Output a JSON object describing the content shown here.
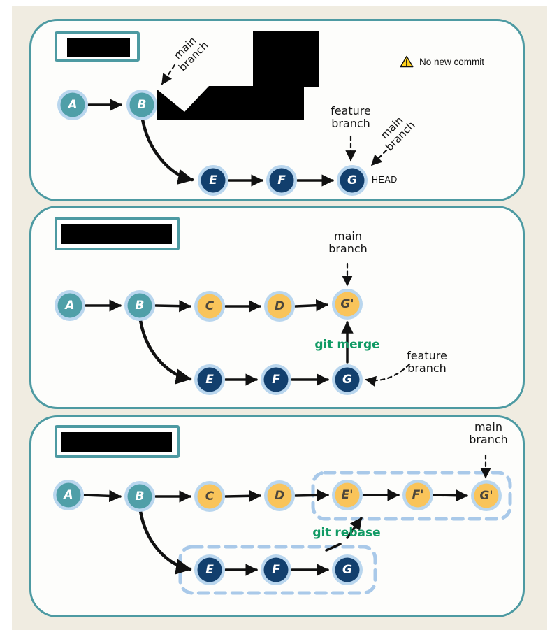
{
  "theme": {
    "page_bg": "#f0ece1",
    "panel_bg": "#fdfdfb",
    "panel_border": "#4d9aa2",
    "node_ring": "#b9d6ee",
    "node_teal": "#4f9fa8",
    "node_navy": "#123f6d",
    "node_yellow": "#f9c45a",
    "green": "#109a64",
    "dashed_box": "#a9c9e9",
    "warning_yellow": "#ffd21e"
  },
  "icons": {
    "warning": "warning-triangle"
  },
  "panels": [
    {
      "id": "before",
      "redacted_title": true,
      "warning_text": "No new commit",
      "labels": {
        "main_branch_top": "main\nbranch",
        "feature_branch": "feature\nbranch",
        "main_branch_right": "main\nbranch",
        "head": "HEAD"
      },
      "nodes": [
        {
          "label": "A",
          "color": "teal"
        },
        {
          "label": "B",
          "color": "teal"
        },
        {
          "label": "E",
          "color": "navy"
        },
        {
          "label": "F",
          "color": "navy"
        },
        {
          "label": "G",
          "color": "navy"
        }
      ]
    },
    {
      "id": "git-merge",
      "redacted_title": true,
      "labels": {
        "main_branch": "main\nbranch",
        "command": "git merge",
        "feature_branch": "feature\nbranch"
      },
      "nodes": [
        {
          "label": "A",
          "color": "teal"
        },
        {
          "label": "B",
          "color": "teal"
        },
        {
          "label": "C",
          "color": "yellow"
        },
        {
          "label": "D",
          "color": "yellow"
        },
        {
          "label": "G'",
          "color": "yellow"
        },
        {
          "label": "E",
          "color": "navy"
        },
        {
          "label": "F",
          "color": "navy"
        },
        {
          "label": "G",
          "color": "navy"
        }
      ]
    },
    {
      "id": "git-rebase",
      "redacted_title": true,
      "labels": {
        "main_branch": "main\nbranch",
        "command": "git rebase"
      },
      "nodes": [
        {
          "label": "A",
          "color": "teal"
        },
        {
          "label": "B",
          "color": "teal"
        },
        {
          "label": "C",
          "color": "yellow"
        },
        {
          "label": "D",
          "color": "yellow"
        },
        {
          "label": "E'",
          "color": "yellow"
        },
        {
          "label": "F'",
          "color": "yellow"
        },
        {
          "label": "G'",
          "color": "yellow"
        },
        {
          "label": "E",
          "color": "navy"
        },
        {
          "label": "F",
          "color": "navy"
        },
        {
          "label": "G",
          "color": "navy"
        }
      ]
    }
  ]
}
